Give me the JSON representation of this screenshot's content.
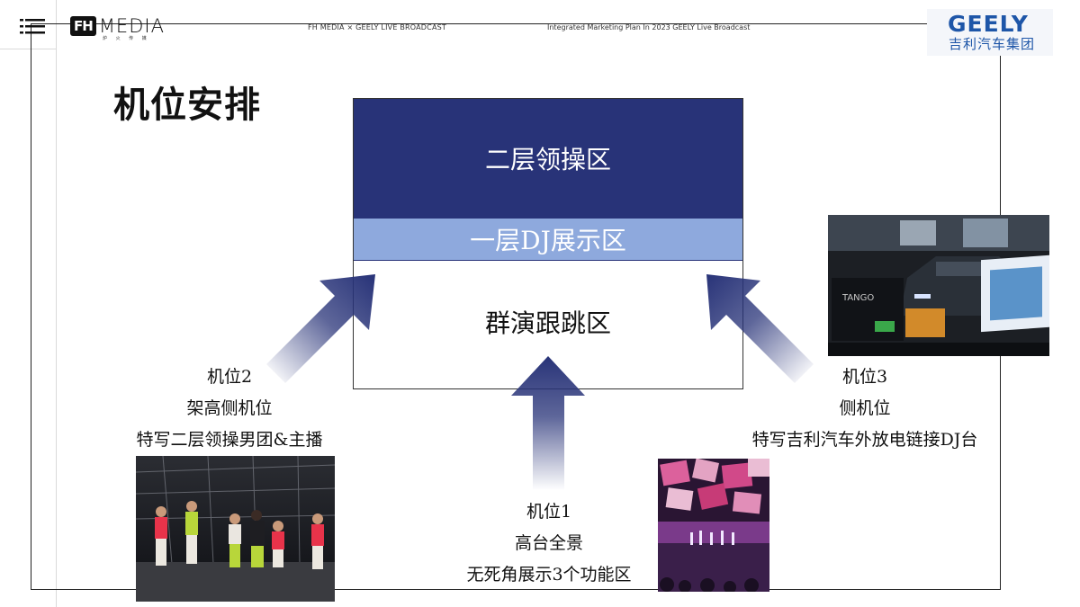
{
  "header": {
    "brand_box": "FH",
    "brand_text": "MEDIA",
    "brand_sub": "炉 火 传 媒",
    "center_text": "FH MEDIA × GEELY LIVE BROADCAST",
    "right_text": "Integrated Marketing Plan In 2023 GEELY Live Broadcast",
    "logo_en": "GEELY",
    "logo_cn": "吉利汽车集团"
  },
  "page": {
    "title": "机位安排"
  },
  "stage": {
    "upper_zone": "二层领操区",
    "middle_zone": "一层DJ展示区",
    "lower_zone": "群演跟跳区"
  },
  "cameras": [
    {
      "line1": "机位1",
      "line2": "高台全景",
      "line3": "无死角展示3个功能区"
    },
    {
      "line1": "机位2",
      "line2": "架高侧机位",
      "line3": "特写二层领操男团&主播"
    },
    {
      "line1": "机位3",
      "line2": "侧机位",
      "line3": "特写吉利汽车外放电链接DJ台"
    }
  ],
  "icons": {
    "menu": "menu-lines-icon",
    "photo_brand": "TANGO"
  },
  "colors": {
    "stage_dark": "#283378",
    "stage_light": "#8ea9dd",
    "arrow": "#283378",
    "logo": "#1e56a8"
  }
}
